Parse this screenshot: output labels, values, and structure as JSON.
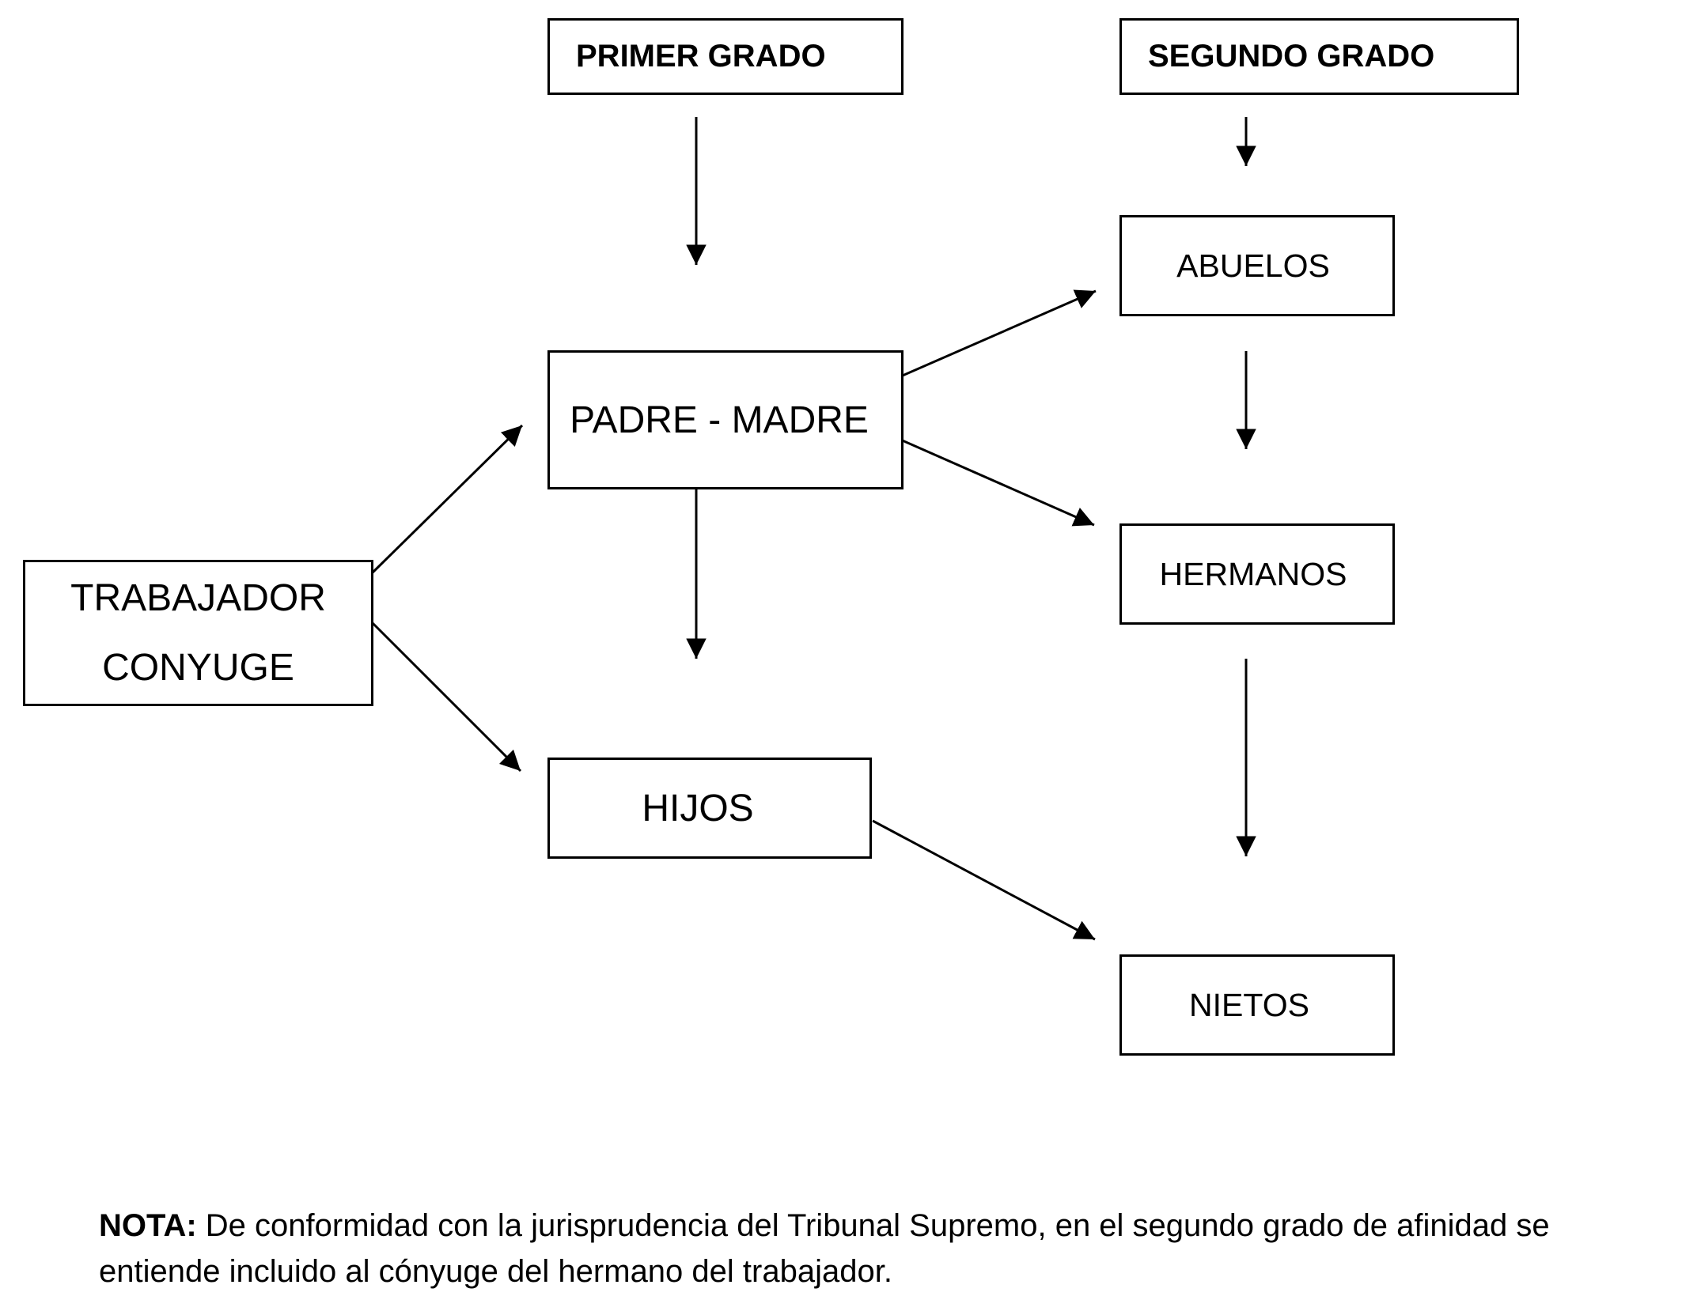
{
  "headers": {
    "primer": "PRIMER GRADO",
    "segundo": "SEGUNDO GRADO"
  },
  "nodes": {
    "trabajador": [
      "TRABAJADOR",
      "CONYUGE"
    ],
    "padre_madre": "PADRE - MADRE",
    "hijos": "HIJOS",
    "abuelos": "ABUELOS",
    "hermanos": "HERMANOS",
    "nietos": "NIETOS"
  },
  "edges": [
    {
      "from": "primer-grado-header",
      "to": "padre-madre"
    },
    {
      "from": "trabajador-conyuge",
      "to": "padre-madre"
    },
    {
      "from": "trabajador-conyuge",
      "to": "hijos"
    },
    {
      "from": "padre-madre",
      "to": "hijos"
    },
    {
      "from": "padre-madre",
      "to": "abuelos"
    },
    {
      "from": "padre-madre",
      "to": "hermanos"
    },
    {
      "from": "hijos",
      "to": "nietos"
    },
    {
      "from": "segundo-grado-header",
      "to": "abuelos"
    },
    {
      "from": "abuelos",
      "to": "hermanos"
    },
    {
      "from": "hermanos",
      "to": "nietos"
    }
  ],
  "note": {
    "label": "NOTA:",
    "text": "De conformidad con la jurisprudencia del Tribunal Supremo, en el segundo grado de afinidad se entiende incluido al cónyuge del hermano del trabajador."
  },
  "colors": {
    "stroke": "#000000",
    "background": "#ffffff",
    "text": "#000000"
  }
}
